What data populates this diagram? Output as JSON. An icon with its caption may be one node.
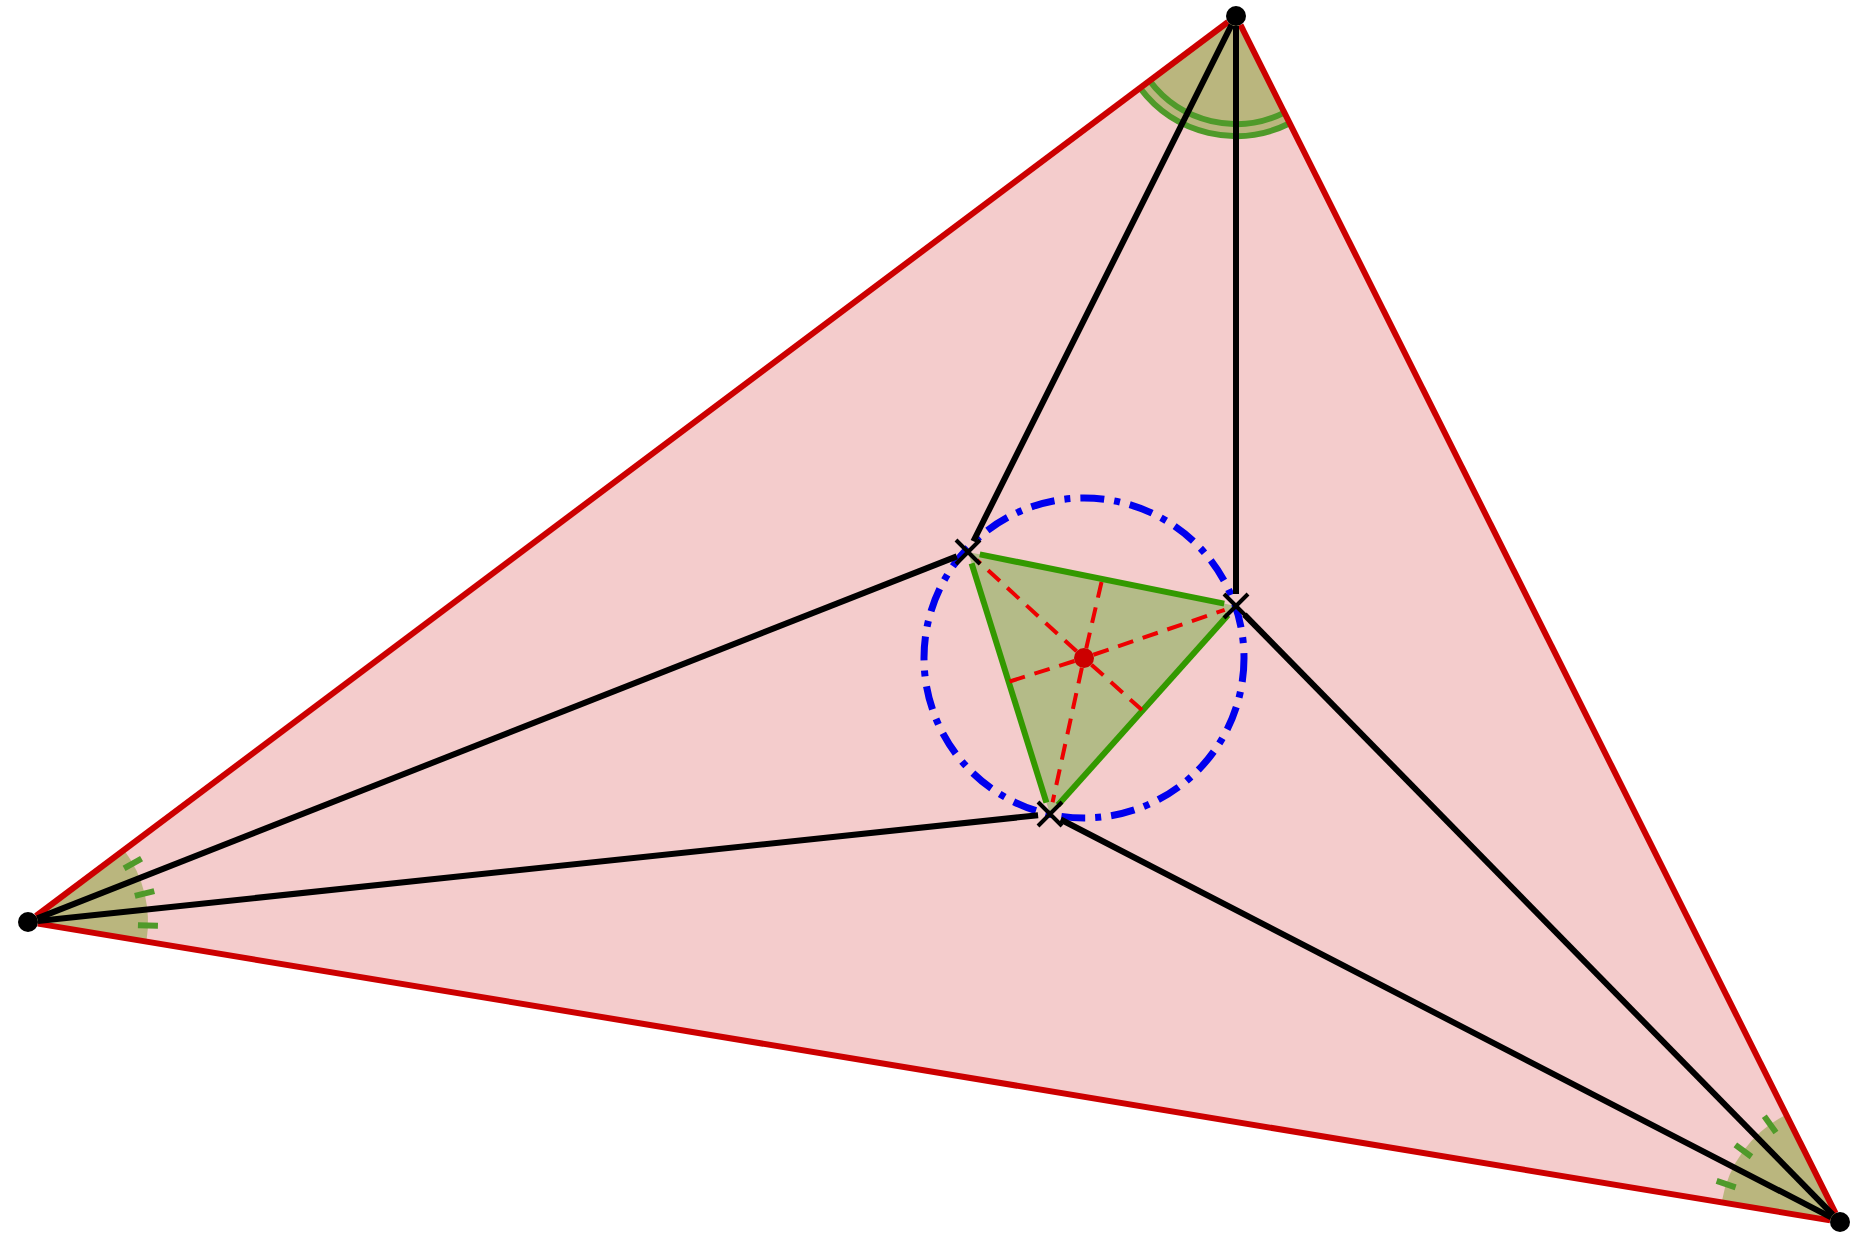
{
  "diagram": {
    "nodes": [
      {
        "text": [],
        "shape": "circle"
      },
      {
        "text": [],
        "shape": "circle"
      },
      {
        "text": [],
        "shape": "circle"
      },
      {
        "text": [],
        "shape": "cross"
      },
      {
        "text": [],
        "shape": "cross"
      },
      {
        "text": [],
        "shape": "cross"
      },
      {
        "text": [],
        "shape": "circle"
      }
    ],
    "edges": [
      {
        "from": 0,
        "to": 1,
        "arrow": "none",
        "color": "#cc0000"
      },
      {
        "from": 1,
        "to": 2,
        "arrow": "none",
        "color": "#cc0000"
      },
      {
        "from": 2,
        "to": 0,
        "arrow": "none",
        "color": "#cc0000"
      },
      {
        "from": 0,
        "to": 3,
        "arrow": "none"
      },
      {
        "from": 0,
        "to": 4,
        "arrow": "none"
      },
      {
        "from": 1,
        "to": 3,
        "arrow": "none"
      },
      {
        "from": 1,
        "to": 5,
        "arrow": "none"
      },
      {
        "from": 2,
        "to": 4,
        "arrow": "none"
      },
      {
        "from": 2,
        "to": 5,
        "arrow": "none"
      },
      {
        "from": 3,
        "to": 4,
        "arrow": "none",
        "color": "#339900"
      },
      {
        "from": 4,
        "to": 5,
        "arrow": "none",
        "color": "#339900"
      },
      {
        "from": 5,
        "to": 3,
        "arrow": "none",
        "color": "#339900"
      },
      {
        "from": 6,
        "to": 3,
        "arrow": "none",
        "style": "dashed",
        "color": "#ee0000"
      },
      {
        "from": 6,
        "to": 4,
        "arrow": "none",
        "style": "dashed",
        "color": "#ee0000"
      },
      {
        "from": 6,
        "to": 5,
        "arrow": "none",
        "style": "dashed",
        "color": "#ee0000"
      },
      {
        "from": 6,
        "to": null,
        "arrow": "none",
        "style": "dashed",
        "color": "#ee0000"
      },
      {
        "from": 6,
        "to": null,
        "arrow": "none",
        "style": "dashed",
        "color": "#ee0000"
      },
      {
        "from": 6,
        "to": null,
        "arrow": "none",
        "style": "dashed",
        "color": "#ee0000"
      }
    ]
  }
}
